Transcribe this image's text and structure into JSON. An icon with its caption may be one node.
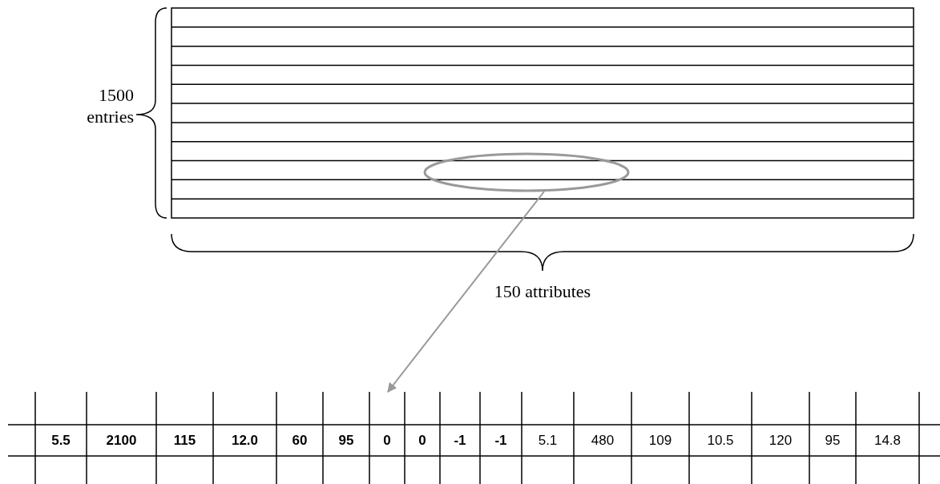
{
  "diagram": {
    "nodes": [
      {
        "text": [],
        "shape": "circle"
      },
      {
        "text": [
          "5.5",
          "2100",
          "115",
          "12.0",
          "60",
          "95",
          "0",
          "0",
          "-1",
          "-1",
          "5.1",
          "480",
          "109",
          "10.5",
          "120",
          "95",
          "14.8"
        ]
      }
    ],
    "edges": [
      {
        "from": 0,
        "to": 1,
        "arrow": "to",
        "color": "#999999"
      }
    ],
    "labels": [
      "1500 entries",
      "150 attributes"
    ]
  }
}
